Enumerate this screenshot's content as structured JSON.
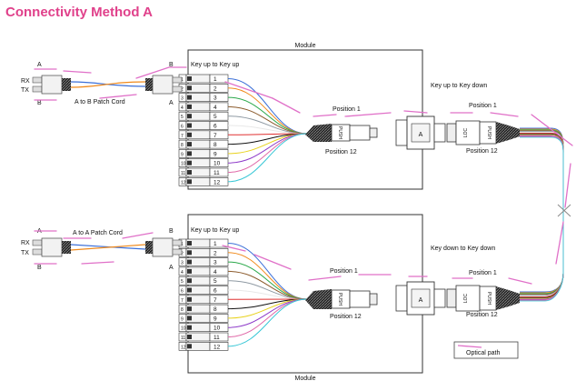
{
  "title": "Connectivity Method A",
  "colors": {
    "title": "#e0418b",
    "optical_path": "#e070c8",
    "fibers": [
      "#3b6fd8",
      "#f08a1c",
      "#2aa84a",
      "#8b5a2b",
      "#8f9aa3",
      "#e8e8e8",
      "#e03030",
      "#111111",
      "#e8d21c",
      "#8e3cc9",
      "#e06aa8",
      "#38c7d6"
    ]
  },
  "labels": {
    "module": "Module",
    "key_up_to_key_up": "Key up to Key up",
    "key_up_to_key_down": "Key up to Key down",
    "key_down_to_key_down": "Key down to Key down",
    "position_1": "Position 1",
    "position_12": "Position 12",
    "a_to_b_patch_cord": "A to B Patch Cord",
    "a_to_a_patch_cord": "A to A Patch Cord",
    "rx": "RX",
    "tx": "TX",
    "a": "A",
    "b": "B",
    "push": "PUSH",
    "legend_optical_path": "Optical path"
  },
  "ports": [
    "1",
    "2",
    "3",
    "4",
    "5",
    "6",
    "7",
    "8",
    "9",
    "10",
    "11",
    "12"
  ],
  "adapter_labels": [
    "1",
    "2",
    "3",
    "4",
    "5",
    "6",
    "7",
    "8",
    "9",
    "10",
    "11",
    "12"
  ]
}
